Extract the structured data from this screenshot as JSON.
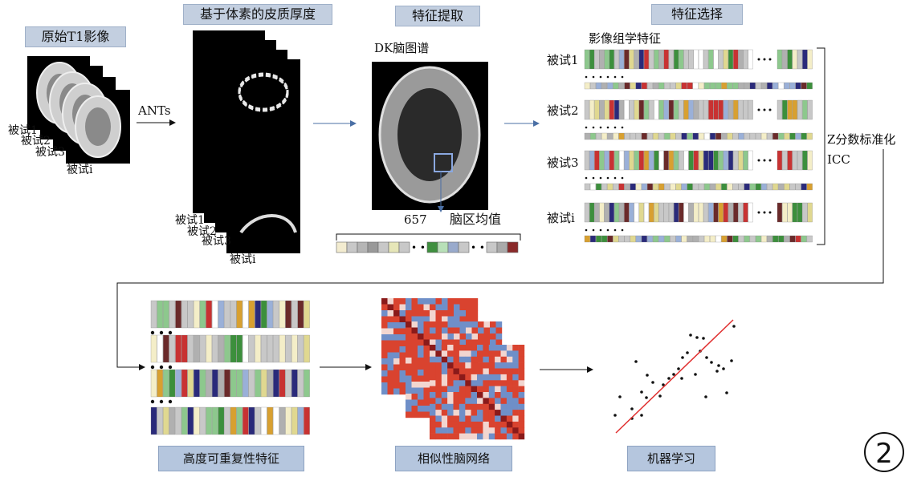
{
  "headers": {
    "original": "原始T1影像",
    "thickness": "基于体素的皮质厚度",
    "extract": "特征提取",
    "select": "特征选择"
  },
  "labels": {
    "ants": "ANTs",
    "atlas": "DK脑图谱",
    "region_count": "657",
    "region_mean": "脑区均值",
    "radiomics": "影像组学特征",
    "zscore": "Z分数标准化",
    "icc": "ICC"
  },
  "subjects": [
    "被试1",
    "被试2",
    "被试3",
    "被试i"
  ],
  "footers": {
    "repeatable": "高度可重复性特征",
    "network": "相似性脑网络",
    "ml": "机器学习"
  },
  "badge": "2",
  "colors": {
    "header_bg": "#c3cfe0",
    "footer_bg": "#b5c6de",
    "arrow_blue": "#4a6fa5",
    "regression_line": "#e03030",
    "heat_red": "#d9432f",
    "heat_blue": "#6f8fc8",
    "roi_box": "#8aa8e0"
  }
}
